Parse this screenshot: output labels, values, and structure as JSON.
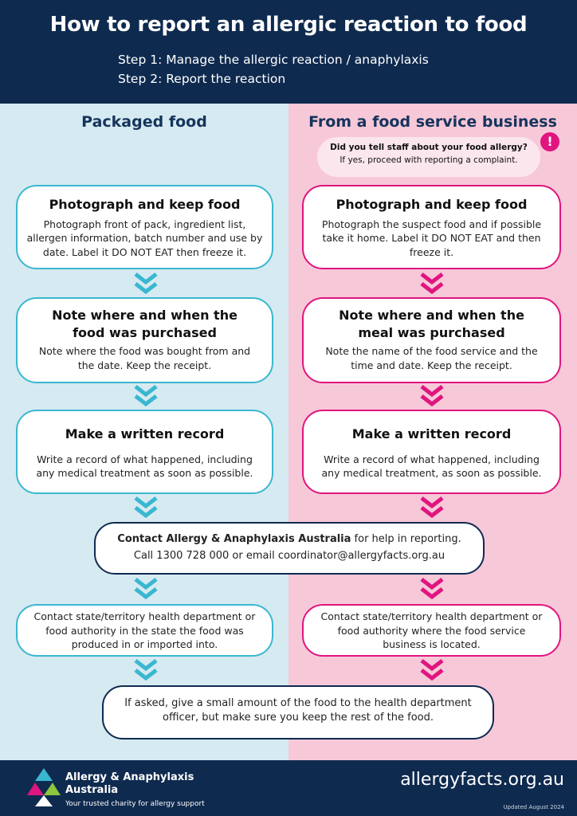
{
  "header": {
    "title": "How to report an allergic reaction to food",
    "step1": "Step 1:  Manage the allergic reaction / anaphylaxis",
    "step2": "Step 2:  Report the reaction"
  },
  "left": {
    "title": "Packaged food",
    "box1": {
      "title": "Photograph and keep food",
      "text": "Photograph front of pack, ingredient list, allergen information, batch number and use by date. Label it DO NOT EAT then freeze it."
    },
    "box2": {
      "title_line1": "Note where and when the",
      "title_line2": "food was purchased",
      "text": "Note where the food was bought from and the date. Keep the receipt."
    },
    "box3": {
      "title": "Make a written record",
      "text": "Write a record of what happened, including any medical treatment as soon as possible."
    },
    "box4": {
      "text": "Contact state/territory health department or food authority in the state the food was produced in or imported into."
    }
  },
  "right": {
    "title": "From a food service business",
    "callout": {
      "question": "Did you tell staff about your food allergy?",
      "answer": "If yes, proceed with reporting a complaint."
    },
    "alert_icon": "!",
    "box1": {
      "title": "Photograph and keep food",
      "text": "Photograph the suspect food and if possible take it home. Label it DO NOT EAT and then freeze it."
    },
    "box2": {
      "title_line1": "Note where and when the",
      "title_line2": "meal was purchased",
      "text": "Note the name of the food service and the time and date. Keep the receipt."
    },
    "box3": {
      "title": "Make a written record",
      "text": "Write a record of what happened, including any medical treatment, as soon as possible."
    },
    "box4": {
      "text": "Contact state/territory health department or food authority where the food service business is located."
    }
  },
  "contact": {
    "bold": "Contact Allergy & Anaphylaxis Australia",
    "rest": " for help in reporting.",
    "line2": "Call 1300 728 000 or email coordinator@allergyfacts.org.au"
  },
  "final": {
    "text": "If asked, give a small amount of the food to the health department officer, but make sure you keep the rest of the food."
  },
  "footer": {
    "logo_line1": "Allergy & Anaphylaxis",
    "logo_line2": "Australia",
    "tagline": "Your trusted charity for allergy support",
    "website": "allergyfacts.org.au",
    "updated": "Updated August 2024"
  },
  "colors": {
    "navy": "#0f2a4f",
    "blue": "#3ab7d0",
    "pink": "#e0157f",
    "left_bg": "#d6eaf1",
    "right_bg": "#f7c8d8"
  }
}
